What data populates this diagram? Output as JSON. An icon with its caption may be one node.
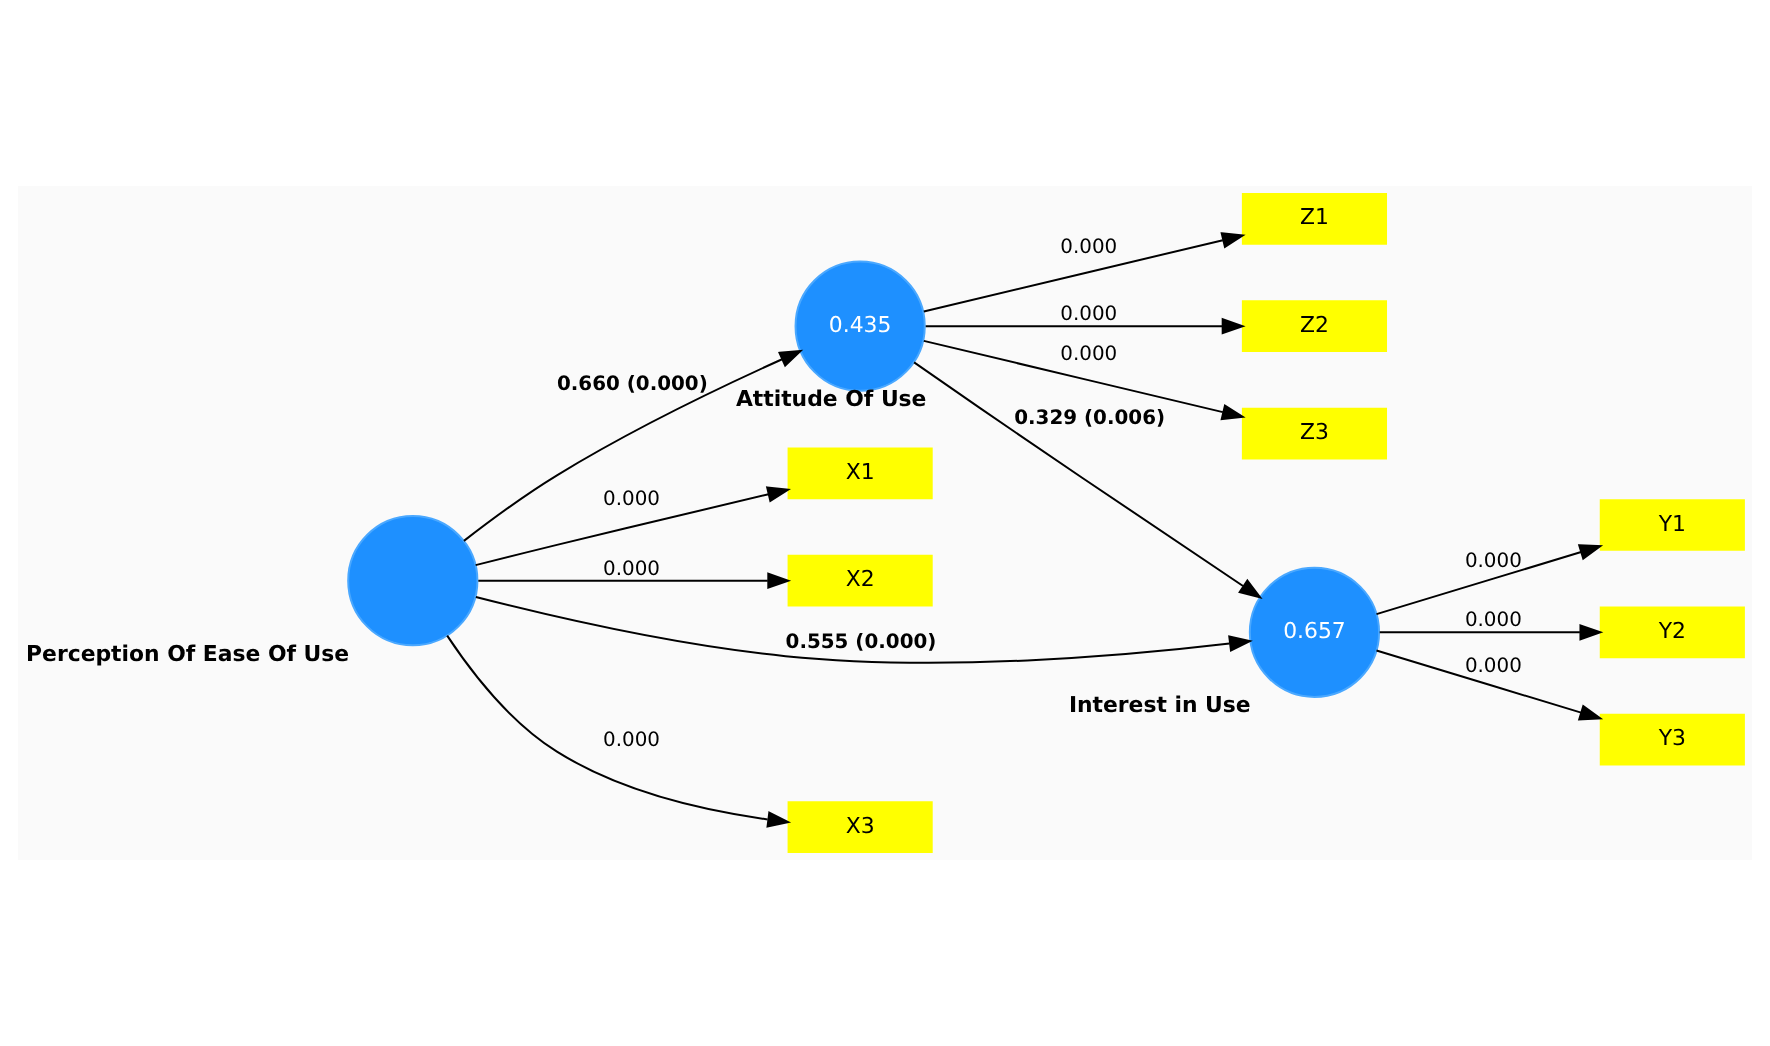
{
  "diagram": {
    "nodes": [
      {
        "text": [
          "Z1"
        ]
      },
      {
        "text": [
          "Z2"
        ]
      },
      {
        "text": [
          "Z3"
        ]
      },
      {
        "text": [
          "0.435"
        ],
        "beside": [
          "Attitude Of Use"
        ]
      },
      {
        "text": [
          "X1"
        ]
      },
      {
        "text": [
          "Y1"
        ]
      },
      {
        "text": [
          "X2"
        ]
      },
      {
        "text": [],
        "shape": "circle",
        "beside": [
          "Perception Of Ease Of Use"
        ]
      },
      {
        "text": [
          "0.657"
        ],
        "beside": [
          "Interest in Use"
        ]
      },
      {
        "text": [
          "Y2"
        ]
      },
      {
        "text": [
          "X3"
        ]
      },
      {
        "text": [
          "Y3"
        ]
      }
    ],
    "edges": [
      {
        "from": 3,
        "to": 0,
        "arrow": "to",
        "label": "0.000"
      },
      {
        "from": 3,
        "to": 1,
        "arrow": "to",
        "label": "0.000"
      },
      {
        "from": 3,
        "to": 2,
        "arrow": "to",
        "label": "0.000"
      },
      {
        "from": 7,
        "to": 4,
        "arrow": "to",
        "label": "0.000"
      },
      {
        "from": 7,
        "to": 6,
        "arrow": "to",
        "label": "0.000"
      },
      {
        "from": 7,
        "to": 10,
        "arrow": "to",
        "label": "0.000"
      },
      {
        "from": 8,
        "to": 5,
        "arrow": "to",
        "label": "0.000"
      },
      {
        "from": 8,
        "to": 9,
        "arrow": "to",
        "label": "0.000"
      },
      {
        "from": 8,
        "to": 11,
        "arrow": "to",
        "label": "0.000"
      },
      {
        "from": 7,
        "to": 3,
        "arrow": "to",
        "label": "0.660 (0.000)"
      },
      {
        "from": 3,
        "to": 8,
        "arrow": "to",
        "label": "0.329 (0.006)"
      },
      {
        "from": 7,
        "to": 8,
        "arrow": "to",
        "label": "0.555 (0.000)"
      }
    ]
  }
}
